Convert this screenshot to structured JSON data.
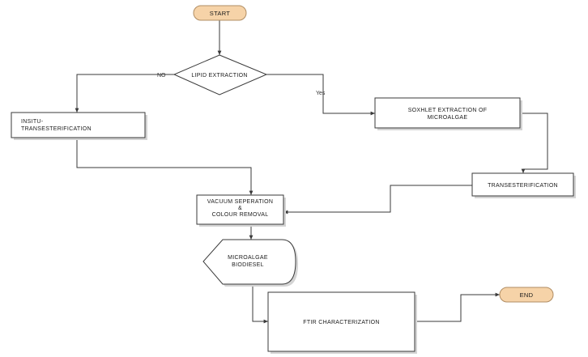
{
  "nodes": {
    "start": {
      "label": "START"
    },
    "decision": {
      "label": "LIPID EXTRACTION"
    },
    "insitu": {
      "line1": "INSITU-",
      "line2": "TRANSESTERIFICATION"
    },
    "soxhlet": {
      "line1": "SOXHLET EXTRACTION OF",
      "line2": "MICROALGAE"
    },
    "transesterification": {
      "label": "TRANSESTERIFICATION"
    },
    "vacuum": {
      "line1": "VACUUM SEPERATION",
      "line2": "&",
      "line3": "COLOUR REMOVAL"
    },
    "biodiesel": {
      "line1": "MICROALGAE",
      "line2": "BIODIESEL"
    },
    "ftir": {
      "label": "FTIR CHARACTERIZATION"
    },
    "end": {
      "label": "END"
    }
  },
  "edges": {
    "no_label": "NO",
    "yes_label": "Yes"
  },
  "colors": {
    "terminal_fill": "#f6d3a8",
    "stroke": "#3a3a3a"
  }
}
